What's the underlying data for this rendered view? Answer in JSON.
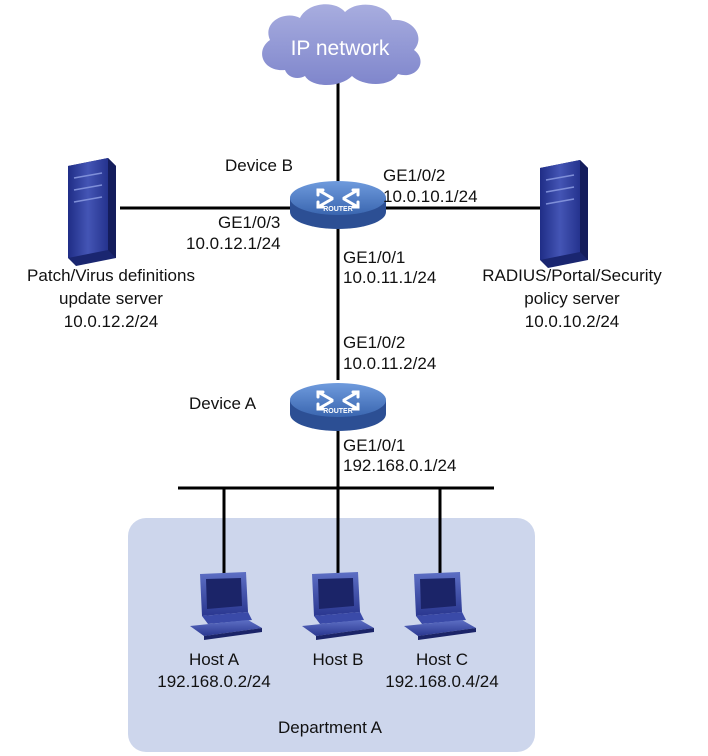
{
  "cloud": {
    "label": "IP network"
  },
  "device_b": {
    "name": "Device B",
    "router_badge": "ROUTER",
    "ports": {
      "ge102": {
        "name": "GE1/0/2",
        "ip": "10.0.10.1/24"
      },
      "ge103": {
        "name": "GE1/0/3",
        "ip": "10.0.12.1/24"
      },
      "ge101": {
        "name": "GE1/0/1",
        "ip": "10.0.11.1/24"
      }
    }
  },
  "device_a": {
    "name": "Device A",
    "router_badge": "ROUTER",
    "ports": {
      "ge102": {
        "name": "GE1/0/2",
        "ip": "10.0.11.2/24"
      },
      "ge101": {
        "name": "GE1/0/1",
        "ip": "192.168.0.1/24"
      }
    }
  },
  "patch_server": {
    "line1": "Patch/Virus definitions",
    "line2": "update server",
    "ip": "10.0.12.2/24"
  },
  "radius_server": {
    "line1": "RADIUS/Portal/Security",
    "line2": "policy server",
    "ip": "10.0.10.2/24"
  },
  "hosts": [
    {
      "name": "Host A",
      "ip": "192.168.0.2/24"
    },
    {
      "name": "Host B",
      "ip": ""
    },
    {
      "name": "Host C",
      "ip": "192.168.0.4/24"
    }
  ],
  "department": {
    "label": "Department A"
  },
  "colors": {
    "cloud": "#8f95d4",
    "router": "#3e6bb5",
    "server": "#2f3f9a",
    "department_bg": "#cdd6ec",
    "pc": "#2f3f9a"
  }
}
